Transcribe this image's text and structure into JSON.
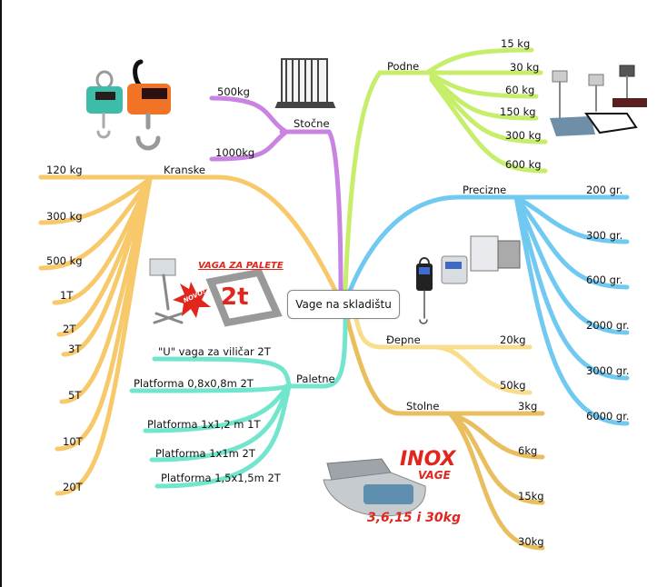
{
  "center": {
    "label": "Vage na skladištu"
  },
  "colors": {
    "podne": "#c6ee6a",
    "stocne": "#c983e3",
    "kranske": "#f7c96a",
    "precizne": "#6fc9f1",
    "depne": "#f8de8c",
    "stolne": "#e9be5f",
    "paletne": "#72e6cc",
    "promo": "#e0261d"
  },
  "branches": {
    "podne": {
      "label": "Podne",
      "items": [
        "15 kg",
        "30 kg",
        "60 kg",
        "150 kg",
        "300 kg",
        "600 kg"
      ]
    },
    "stocne": {
      "label": "Stočne",
      "items": [
        "500kg",
        "1000kg"
      ]
    },
    "kranske": {
      "label": "Kranske",
      "items": [
        "120 kg",
        "300 kg",
        "500 kg",
        "1T",
        "2T",
        "3T",
        "5T",
        "10T",
        "20T"
      ]
    },
    "precizne": {
      "label": "Precizne",
      "items": [
        "200 gr.",
        "300 gr.",
        "600 gr.",
        "2000 gr.",
        "3000 gr.",
        "6000 gr."
      ]
    },
    "depne": {
      "label": "Đepne",
      "items": [
        "20kg",
        "50kg"
      ]
    },
    "stolne": {
      "label": "Stolne",
      "items": [
        "3kg",
        "6kg",
        "15kg",
        "30kg"
      ]
    },
    "paletne": {
      "label": "Paletne",
      "items": [
        "\"U\" vaga za viličar 2T",
        "Platforma 0,8x0,8m 2T",
        "Platforma 1x1,2 m 1T",
        "Platforma 1x1m 2T",
        "Platforma 1,5x1,5m 2T"
      ]
    }
  },
  "promos": {
    "paleta_title": "VAGA ZA PALETE",
    "paleta_badge": "NOVO!",
    "paleta_capacity": "2t",
    "inox_title": "INOX",
    "inox_sub": "VAGE",
    "inox_caps": "3,6,15 i 30kg"
  },
  "images": {
    "crane_scales": "crane-scales-image",
    "cattle_scale": "cattle-cage-scale-image",
    "floor_scales": "floor-platform-scales-image",
    "precision_scales": "precision-pocket-scales-image",
    "pallet_scale": "pallet-u-scale-image",
    "table_scale": "inox-table-scale-image"
  }
}
